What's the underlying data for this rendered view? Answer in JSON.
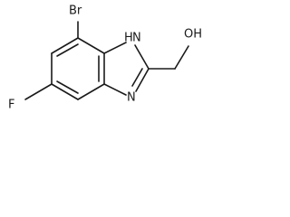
{
  "molecule": {
    "atoms": {
      "bromine": "Br",
      "fluorine": "F",
      "nh": "H",
      "n_ring": "N",
      "n_imine": "N",
      "hydroxyl": "OH"
    },
    "bonds": {
      "color": "#1a1a1a"
    }
  }
}
